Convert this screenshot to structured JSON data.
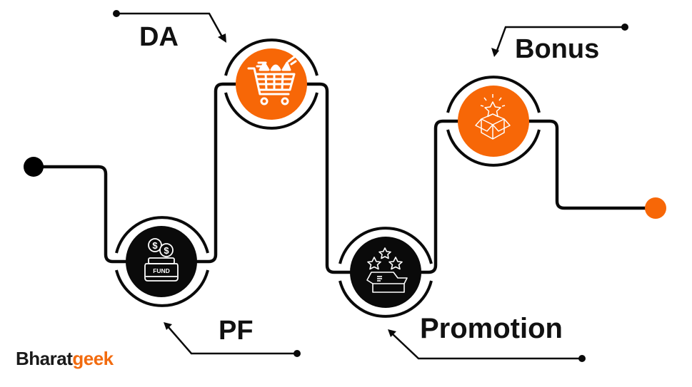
{
  "diagram": {
    "title": "Salary benefits path",
    "steps": [
      {
        "id": "pf",
        "label": "PF",
        "icon": "fund-jar-icon",
        "icon_text": "FUND",
        "circle_color": "#0a0a0a"
      },
      {
        "id": "da",
        "label": "DA",
        "icon": "shopping-cart-icon",
        "circle_color": "#f76707"
      },
      {
        "id": "promotion",
        "label": "Promotion",
        "icon": "star-box-icon",
        "circle_color": "#0a0a0a"
      },
      {
        "id": "bonus",
        "label": "Bonus",
        "icon": "gift-box-star-icon",
        "circle_color": "#f76707"
      }
    ],
    "start_dot_color": "#000000",
    "end_dot_color": "#f76707",
    "line_color": "#0a0a0a"
  },
  "brand": {
    "logo_part1": "Bharat",
    "logo_part2": "geek",
    "accent": "#f26b0f"
  }
}
